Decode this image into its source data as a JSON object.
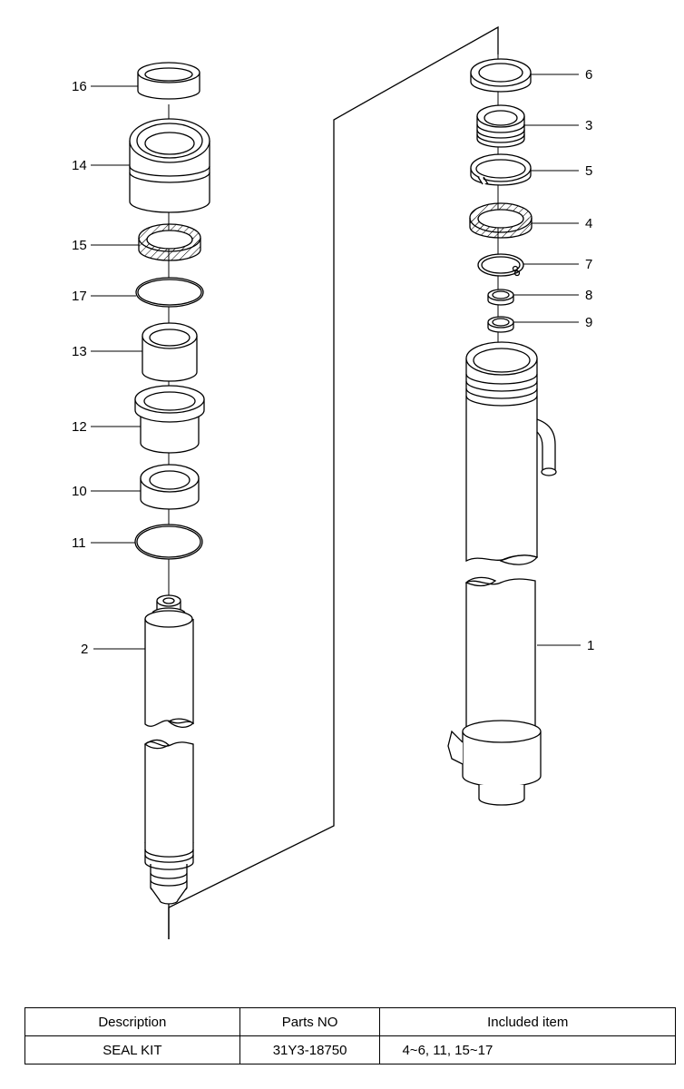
{
  "callouts": {
    "left": [
      "16",
      "14",
      "15",
      "17",
      "13",
      "12",
      "10",
      "11",
      "2"
    ],
    "right": [
      "6",
      "3",
      "5",
      "4",
      "7",
      "8",
      "9",
      "1"
    ]
  },
  "table": {
    "headers": [
      "Description",
      "Parts NO",
      "Included item"
    ],
    "rows": [
      [
        "SEAL KIT",
        "31Y3-18750",
        "4~6, 11, 15~17"
      ]
    ]
  },
  "colors": {
    "line": "#000000",
    "background": "#ffffff"
  }
}
